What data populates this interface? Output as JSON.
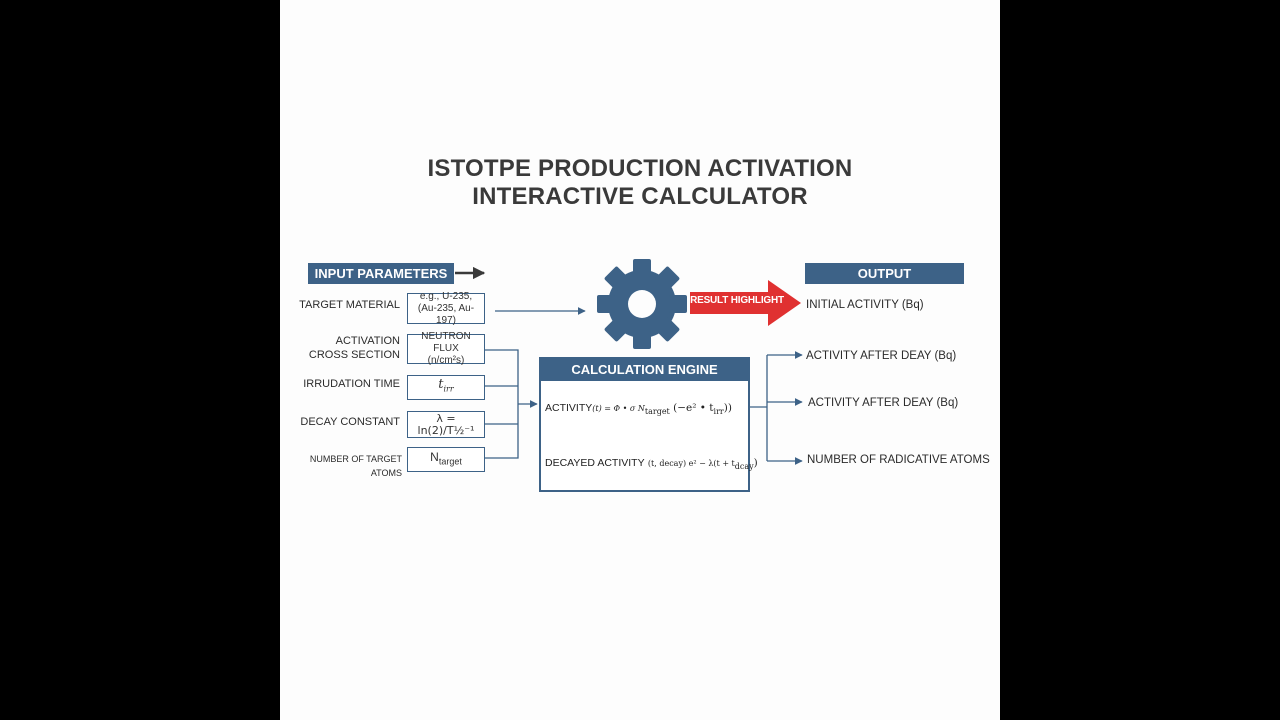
{
  "title": {
    "line1": "ISTOTPE PRODUCTION ACTIVATION",
    "line2": "INTERACTIVE CALCULATOR"
  },
  "input": {
    "header": "INPUT PARAMETERS",
    "rows": [
      {
        "label": "TARGET MATERIAL",
        "value_line1": "e.g., U-235,",
        "value_line2": "(Au-235, Au-197)"
      },
      {
        "label_line1": "ACTIVATION",
        "label_line2": "CROSS SECTION",
        "value_line1": "NEUTRON FLUX",
        "value_line2": "(n/cm²s)"
      },
      {
        "label": "IRRUDATION TIME",
        "value_main": "t",
        "value_sub": "irr"
      },
      {
        "label": "DECAY CONSTANT",
        "value": "λ = ln(2)/T½⁻¹"
      },
      {
        "label": "NUMBER OF TARGET ATOMS",
        "value_main": "N",
        "value_sub": "target"
      }
    ]
  },
  "engine": {
    "header": "CALCULATION ENGINE",
    "formula1_label": "ACTIVITY",
    "formula1_body": "(t) = Φ • σ N",
    "formula1_sub": "target",
    "formula1_tail": "(−e² • t",
    "formula1_tail_sub": "irr",
    "formula1_end": "))",
    "formula2_label": "DECAYED ACTIVITY",
    "formula2_body": "(t, decay) e² − λ(t + t",
    "formula2_sub": "dcay",
    "formula2_end": ")"
  },
  "highlight": {
    "label": "RESULT HIGHLIGHT"
  },
  "output": {
    "header": "OUTPUT",
    "items": [
      "INITIAL ACTIVITY (Bq)",
      "ACTIVITY AFTER DEAY (Bq)",
      "ACTIVITY AFTER DEAY (Bq)",
      "NUMBER OF RADICATIVE ATOMS"
    ]
  },
  "colors": {
    "primary": "#3d6287",
    "highlight": "#e03131",
    "arrow_dark": "#3a3a3a",
    "background": "#fdfdfd"
  },
  "icons": {
    "engine": "gear-icon"
  }
}
